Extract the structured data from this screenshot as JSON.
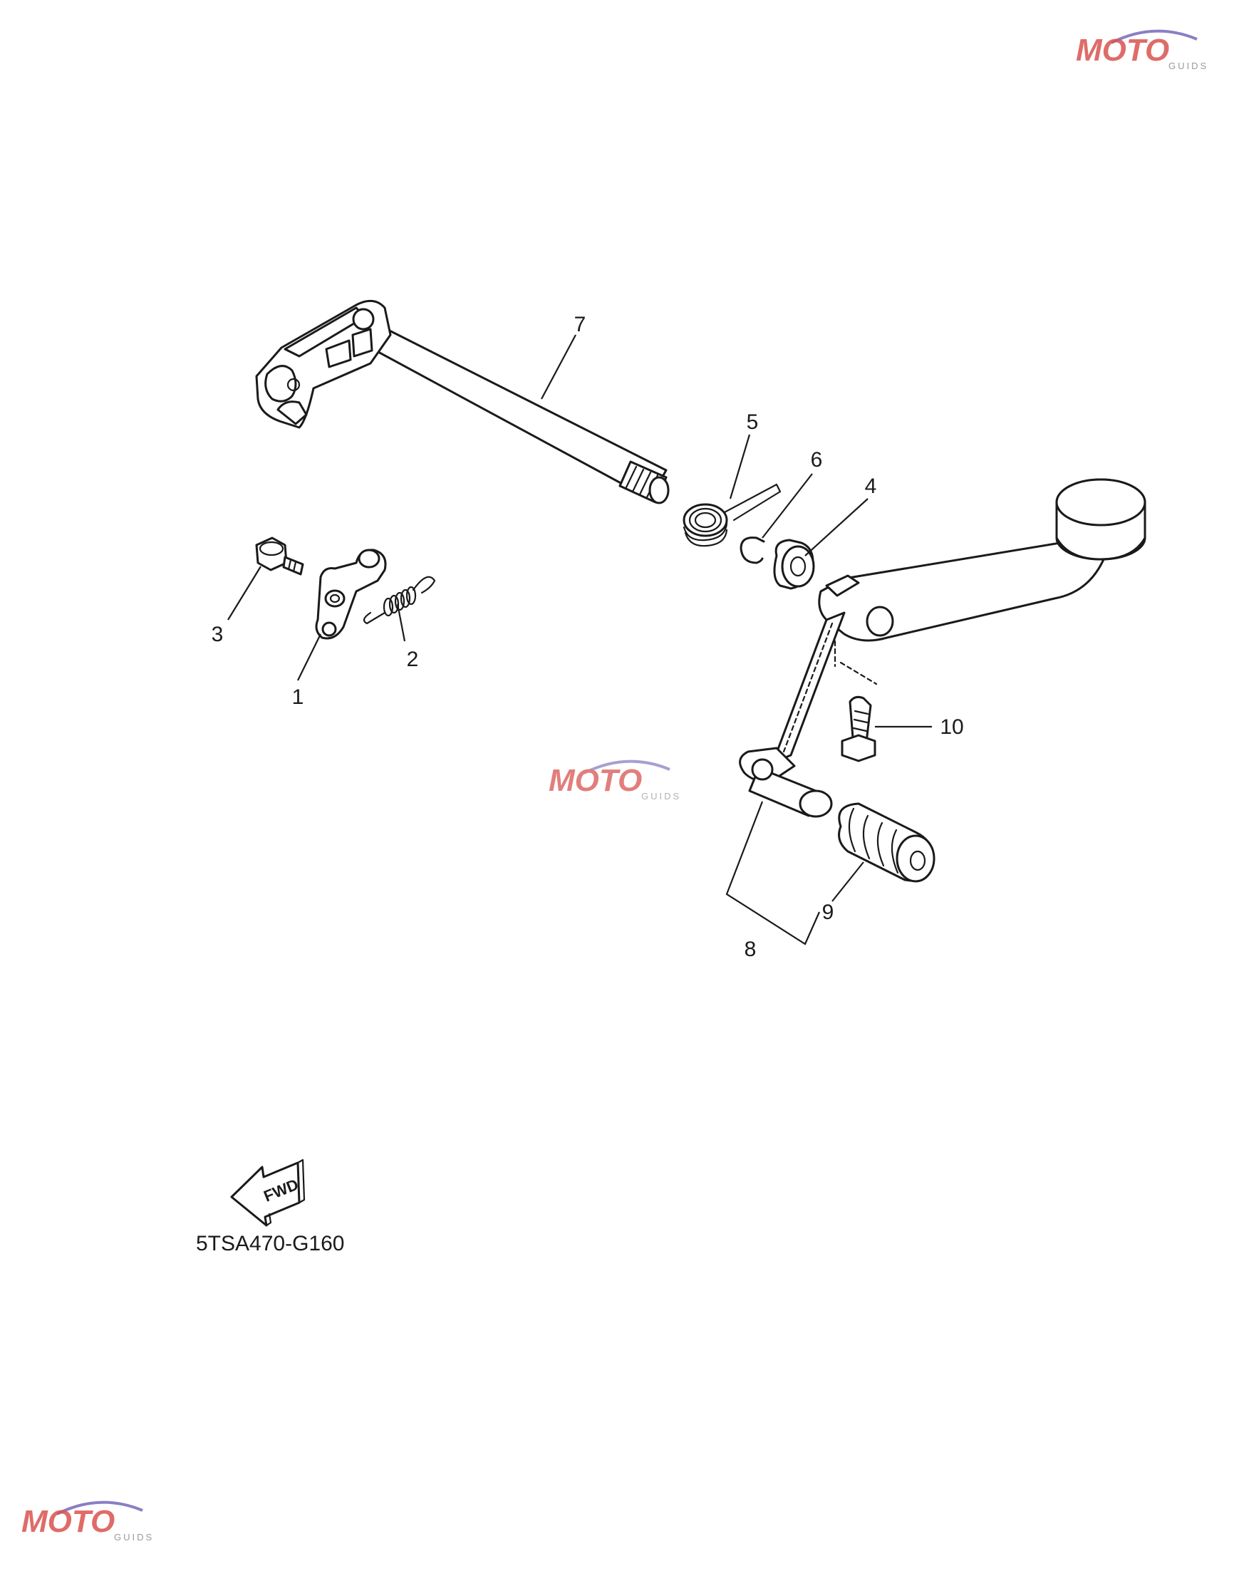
{
  "diagram": {
    "callouts": [
      {
        "id": "1",
        "label": "1"
      },
      {
        "id": "2",
        "label": "2"
      },
      {
        "id": "3",
        "label": "3"
      },
      {
        "id": "4",
        "label": "4"
      },
      {
        "id": "5",
        "label": "5"
      },
      {
        "id": "6",
        "label": "6"
      },
      {
        "id": "7",
        "label": "7"
      },
      {
        "id": "8",
        "label": "8"
      },
      {
        "id": "9",
        "label": "9"
      },
      {
        "id": "10",
        "label": "10"
      }
    ],
    "direction_label": "FWD",
    "drawing_code": "5TSA470-G160"
  },
  "watermark": {
    "brand": "MOTO",
    "sub": "GUIDS",
    "colors": {
      "red": "#d9534f",
      "violet": "#8a7fc4",
      "gray": "#9a9a9a"
    }
  }
}
